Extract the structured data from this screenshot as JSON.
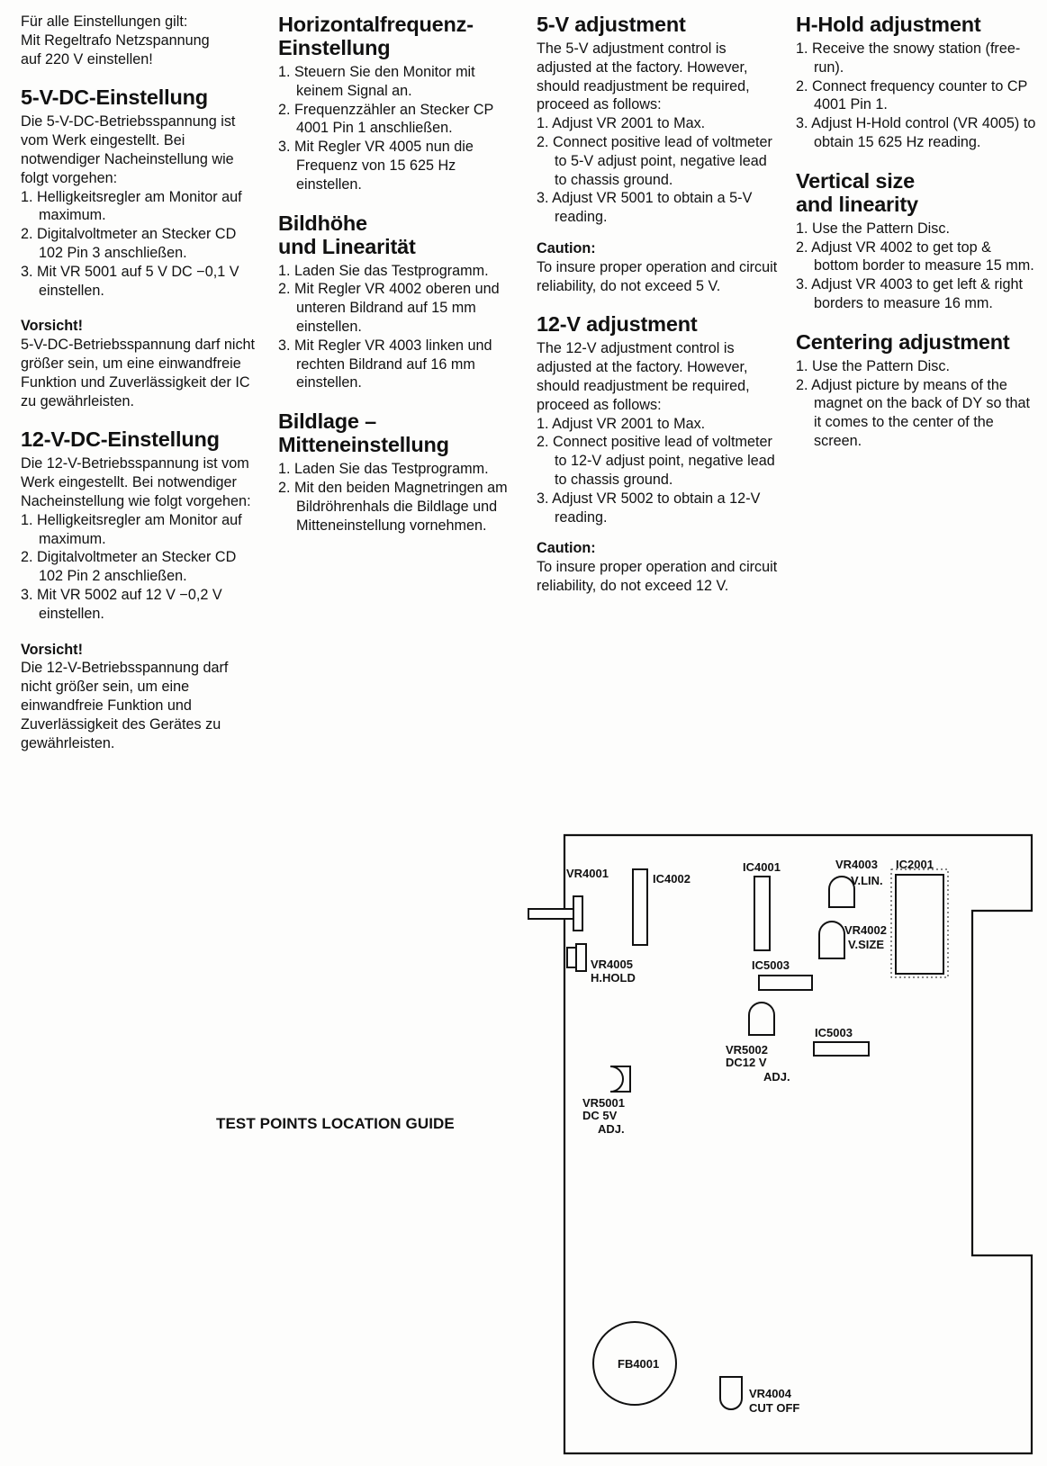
{
  "columns": {
    "col1": {
      "intro": "Für alle Einstellungen gilt:\nMit Regeltrafo Netzspannung\nauf 220 V einstellen!",
      "sections": [
        {
          "heading": "5-V-DC-Einstellung",
          "body": "Die 5-V-DC-Betriebsspannung ist vom Werk eingestellt. Bei notwendiger Nacheinstellung wie folgt vorgehen:",
          "steps": [
            "1. Helligkeitsregler am Monitor auf maximum.",
            "2. Digitalvoltmeter an Stecker CD 102 Pin 3 anschließen.",
            "3. Mit VR 5001 auf 5 V DC −0,1 V einstellen."
          ]
        },
        {
          "caution_title": "Vorsicht!",
          "caution_text": "5-V-DC-Betriebsspannung darf nicht größer sein, um eine einwandfreie Funktion und Zuverlässigkeit der IC zu gewährleisten."
        },
        {
          "heading": "12-V-DC-Einstellung",
          "body": "Die 12-V-Betriebsspannung ist vom Werk eingestellt. Bei notwendiger Nacheinstellung wie folgt vorgehen:",
          "steps": [
            "1. Helligkeitsregler am Monitor auf maximum.",
            "2. Digitalvoltmeter an Stecker CD 102 Pin 2 anschließen.",
            "3. Mit VR 5002 auf 12 V −0,2 V einstellen."
          ]
        },
        {
          "caution_title": "Vorsicht!",
          "caution_text": "Die 12-V-Betriebsspannung darf nicht größer sein, um eine einwandfreie Funktion und Zuverlässigkeit des Gerätes zu gewährleisten."
        }
      ]
    },
    "col2": {
      "sections": [
        {
          "heading": "Horizontalfrequenz-\nEinstellung",
          "steps": [
            "1. Steuern Sie den Monitor mit keinem Signal an.",
            "2. Frequenzzähler an Stecker CP 4001 Pin 1 anschließen.",
            "3. Mit Regler VR 4005 nun die Frequenz von 15 625 Hz einstellen."
          ]
        },
        {
          "heading": "Bildhöhe\nund Linearität",
          "steps": [
            "1. Laden Sie das Testprogramm.",
            "2. Mit Regler VR 4002 oberen und unteren Bildrand auf 15 mm einstellen.",
            "3. Mit Regler VR 4003 linken und rechten Bildrand auf 16 mm einstellen."
          ]
        },
        {
          "heading": "Bildlage –\nMitteneinstellung",
          "steps": [
            "1. Laden Sie das Testprogramm.",
            "2. Mit den beiden Magnetringen am Bildröhrenhals die Bildlage und Mitteneinstellung vornehmen."
          ]
        }
      ]
    },
    "col3": {
      "sections": [
        {
          "heading": "5-V adjustment",
          "body": "The 5-V adjustment control is adjusted at the factory. However, should readjustment be required, proceed as follows:",
          "steps": [
            "1. Adjust VR 2001 to Max.",
            "2. Connect positive lead of voltmeter to 5-V adjust point, negative lead to chassis ground.",
            "3. Adjust VR 5001 to obtain a 5-V reading."
          ]
        },
        {
          "caution_title": "Caution:",
          "caution_text": "To insure proper operation and circuit reliability, do not exceed 5 V."
        },
        {
          "heading": "12-V adjustment",
          "body": "The 12-V adjustment control is adjusted at the factory. However, should readjustment be required, proceed as follows:",
          "steps": [
            "1. Adjust VR 2001 to Max.",
            "2. Connect positive lead of voltmeter to 12-V adjust point, negative lead to chassis ground.",
            "3. Adjust VR 5002 to obtain a 12-V reading."
          ]
        },
        {
          "caution_title": "Caution:",
          "caution_text": "To insure proper operation and circuit reliability, do not exceed 12 V."
        }
      ]
    },
    "col4": {
      "sections": [
        {
          "heading": "H-Hold adjustment",
          "steps": [
            "1. Receive the snowy station (free-run).",
            "2. Connect frequency counter to CP 4001 Pin 1.",
            "3. Adjust H-Hold control (VR 4005) to obtain 15 625 Hz reading."
          ]
        },
        {
          "heading": "Vertical size\nand linearity",
          "steps": [
            "1. Use the Pattern Disc.",
            "2. Adjust VR 4002 to get top & bottom border to measure 15 mm.",
            "3. Adjust VR 4003 to get left & right borders to measure 16 mm."
          ]
        },
        {
          "heading": "Centering adjustment",
          "steps": [
            "1. Use the Pattern Disc.",
            "2. Adjust picture by means of the magnet on the back of DY so that it comes to the center of the screen."
          ]
        }
      ]
    }
  },
  "guide_title": "TEST POINTS LOCATION GUIDE",
  "pcb_labels": {
    "vr4001": "VR4001",
    "ic4002": "IC4002",
    "ic4001": "IC4001",
    "vr4003": "VR4003",
    "vlin": "V.LIN.",
    "ic2001": "IC2001",
    "vr4002": "VR4002",
    "vsize": "V.SIZE",
    "vr4005": "VR4005",
    "hhold": "H.HOLD",
    "ic5003_a": "IC5003",
    "ic5003_b": "IC5003",
    "vr5002": "VR5002",
    "dc12v": "DC12 V",
    "adj_12": "ADJ.",
    "vr5001": "VR5001",
    "dc5v": "DC 5V",
    "adj_5": "ADJ.",
    "fb4001": "FB4001",
    "vr4004": "VR4004",
    "cutoff": "CUT OFF"
  }
}
